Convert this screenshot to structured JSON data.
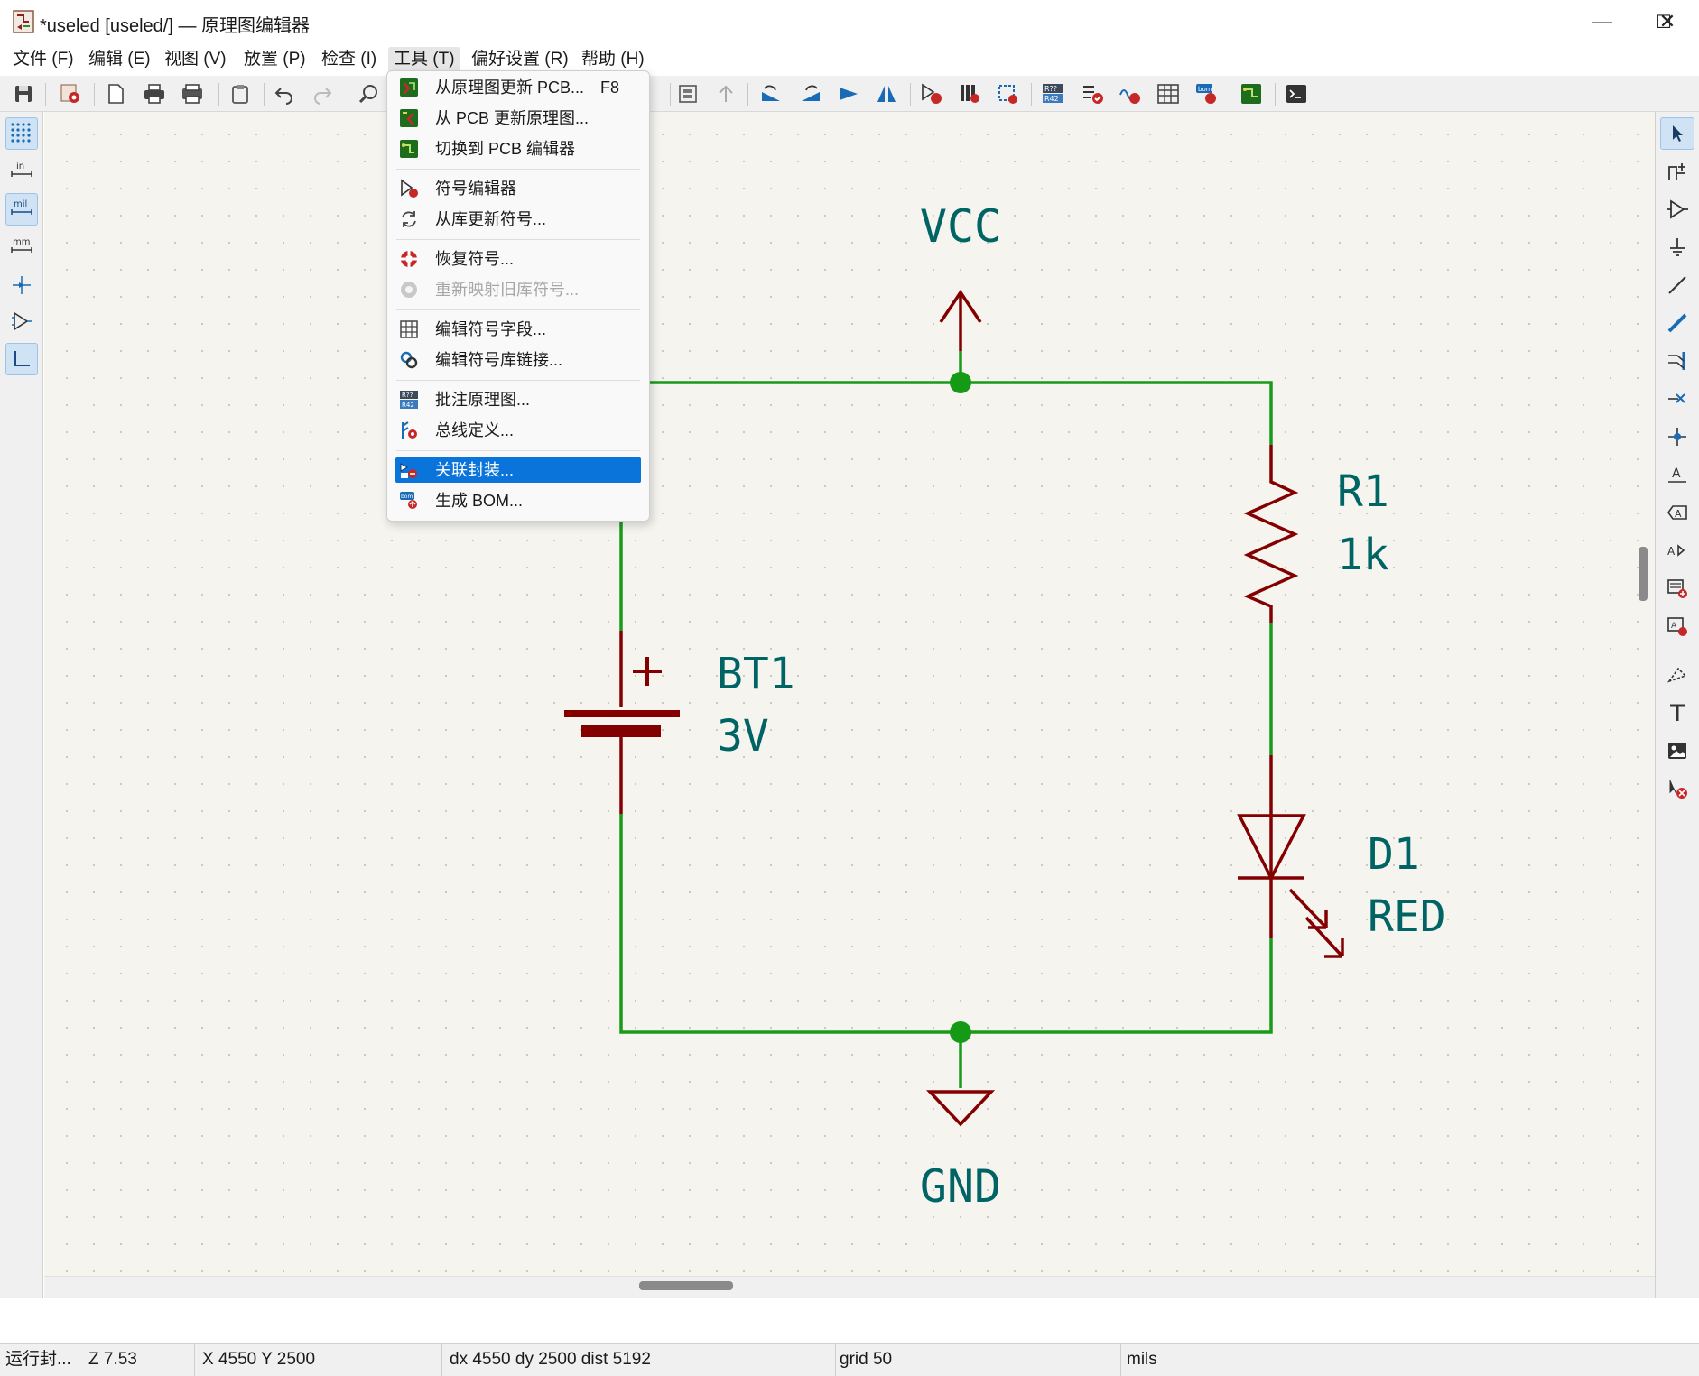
{
  "window": {
    "title": "*useled [useled/] — 原理图编辑器",
    "minimize": "—",
    "maximize": "☐",
    "close": "✕"
  },
  "menubar": {
    "items": [
      "文件 (F)",
      "编辑 (E)",
      "视图 (V)",
      "放置 (P)",
      "检查 (I)",
      "工具 (T)",
      "偏好设置 (R)",
      "帮助 (H)"
    ],
    "active_index": 5
  },
  "tools_menu": {
    "items": [
      {
        "label": "从原理图更新 PCB...",
        "shortcut": "F8",
        "icon": "update-pcb-icon"
      },
      {
        "label": "从 PCB 更新原理图...",
        "icon": "update-schematic-icon"
      },
      {
        "label": "切换到 PCB 编辑器",
        "icon": "pcb-editor-icon"
      },
      {
        "label": "符号编辑器",
        "icon": "symbol-editor-icon"
      },
      {
        "label": "从库更新符号...",
        "icon": "refresh-icon"
      },
      {
        "label": "恢复符号...",
        "icon": "rescue-icon"
      },
      {
        "label": "重新映射旧库符号...",
        "icon": "remap-icon",
        "disabled": true
      },
      {
        "label": "编辑符号字段...",
        "icon": "table-icon"
      },
      {
        "label": "编辑符号库链接...",
        "icon": "link-icon"
      },
      {
        "label": "批注原理图...",
        "icon": "annotate-icon"
      },
      {
        "label": "总线定义...",
        "icon": "bus-definition-icon"
      },
      {
        "label": "关联封装...",
        "icon": "assign-footprint-icon",
        "highlighted": true
      },
      {
        "label": "生成 BOM...",
        "icon": "bom-icon"
      }
    ]
  },
  "left_toolbar": {
    "items": [
      "grid-icon",
      "inches-icon",
      "mils-icon",
      "millimeters-icon",
      "cursor-cross-icon",
      "hidden-pins-icon",
      "line-mode-icon"
    ],
    "unit_labels": {
      "in": "in",
      "mil": "mil",
      "mm": "mm"
    }
  },
  "right_toolbar": {
    "items": [
      "select-icon",
      "highlight-net-icon",
      "add-symbol-icon",
      "add-power-icon",
      "add-wire-icon",
      "add-bus-icon",
      "wire-to-bus-entry-icon",
      "no-connect-icon",
      "junction-icon",
      "net-label-icon",
      "global-label-icon",
      "hierarchical-label-icon",
      "add-sheet-icon",
      "import-sheet-pin-icon",
      "add-graphic-line-icon",
      "add-text-icon",
      "add-image-icon",
      "delete-icon"
    ]
  },
  "schematic": {
    "vcc_label": "VCC",
    "gnd_label": "GND",
    "r1_ref": "R1",
    "r1_value": "1k",
    "bt1_ref": "BT1",
    "bt1_value": "3V",
    "d1_ref": "D1",
    "d1_value": "RED",
    "battery_plus": "+",
    "colors": {
      "wire": "#1a9a1a",
      "component": "#840000",
      "text": "#006464",
      "junction": "#159a15"
    }
  },
  "statusbar": {
    "message": "运行封...",
    "zoom": "Z 7.53",
    "coords": "X 4550  Y 2500",
    "delta": "dx 4550  dy 2500  dist 5192",
    "grid": "grid 50",
    "units": "mils"
  }
}
